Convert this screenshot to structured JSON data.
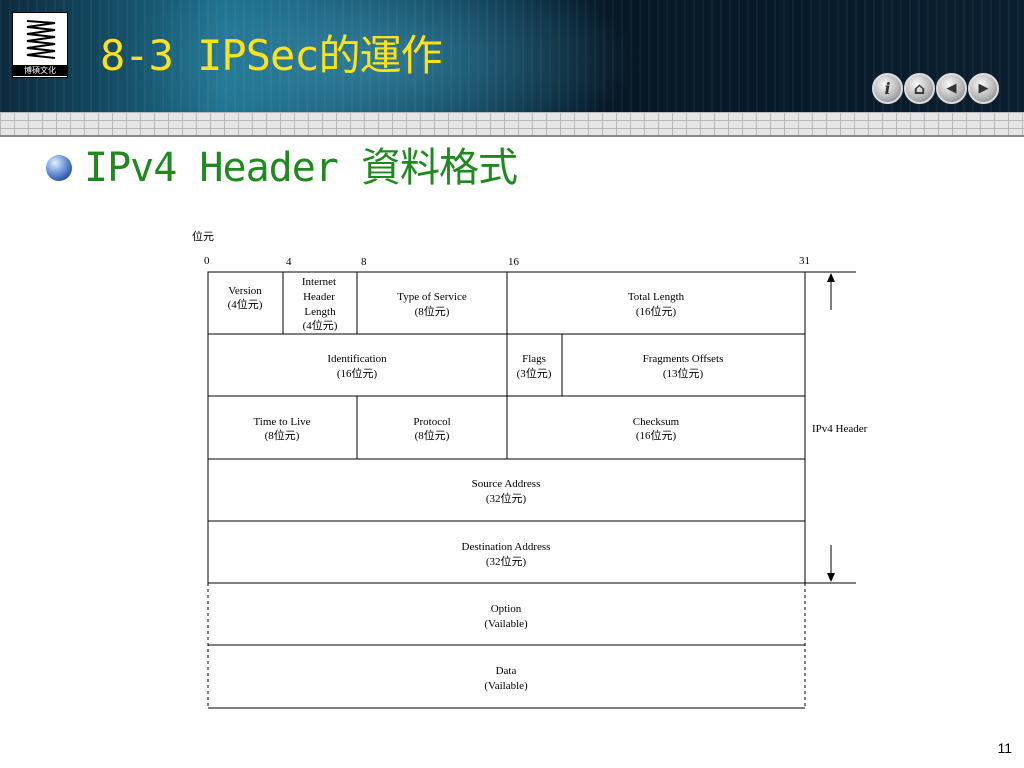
{
  "title": "8-3 IPSec的運作",
  "logo_text": "博碩文化",
  "nav": {
    "info": "i",
    "home": "⌂",
    "prev": "◀",
    "next": "▶"
  },
  "subtitle": "IPv4 Header 資料格式",
  "page_number": "11",
  "diagram": {
    "unit_label": "位元",
    "bit_ticks": [
      "0",
      "4",
      "8",
      "16",
      "31"
    ],
    "fields": {
      "version": {
        "name": "Version",
        "size": "(4位元)"
      },
      "ihl": {
        "line1": "Internet",
        "line2": "Header",
        "line3": "Length",
        "size": "(4位元)"
      },
      "tos": {
        "name": "Type of Service",
        "size": "(8位元)"
      },
      "total_length": {
        "name": "Total Length",
        "size": "(16位元)"
      },
      "identification": {
        "name": "Identification",
        "size": "(16位元)"
      },
      "flags": {
        "name": "Flags",
        "size": "(3位元)"
      },
      "fragment_offsets": {
        "name": "Fragments Offsets",
        "size": "(13位元)"
      },
      "ttl": {
        "name": "Time to Live",
        "size": "(8位元)"
      },
      "protocol": {
        "name": "Protocol",
        "size": "(8位元)"
      },
      "checksum": {
        "name": "Checksum",
        "size": "(16位元)"
      },
      "source": {
        "name": "Source Address",
        "size": "(32位元)"
      },
      "destination": {
        "name": "Destination Address",
        "size": "(32位元)"
      },
      "option": {
        "name": "Option",
        "size": "(Vailable)"
      },
      "data": {
        "name": "Data",
        "size": "(Vailable)"
      }
    },
    "header_label": "IPv4 Header"
  },
  "colors": {
    "title": "#ffe11a",
    "subtitle": "#1e8a1e"
  }
}
